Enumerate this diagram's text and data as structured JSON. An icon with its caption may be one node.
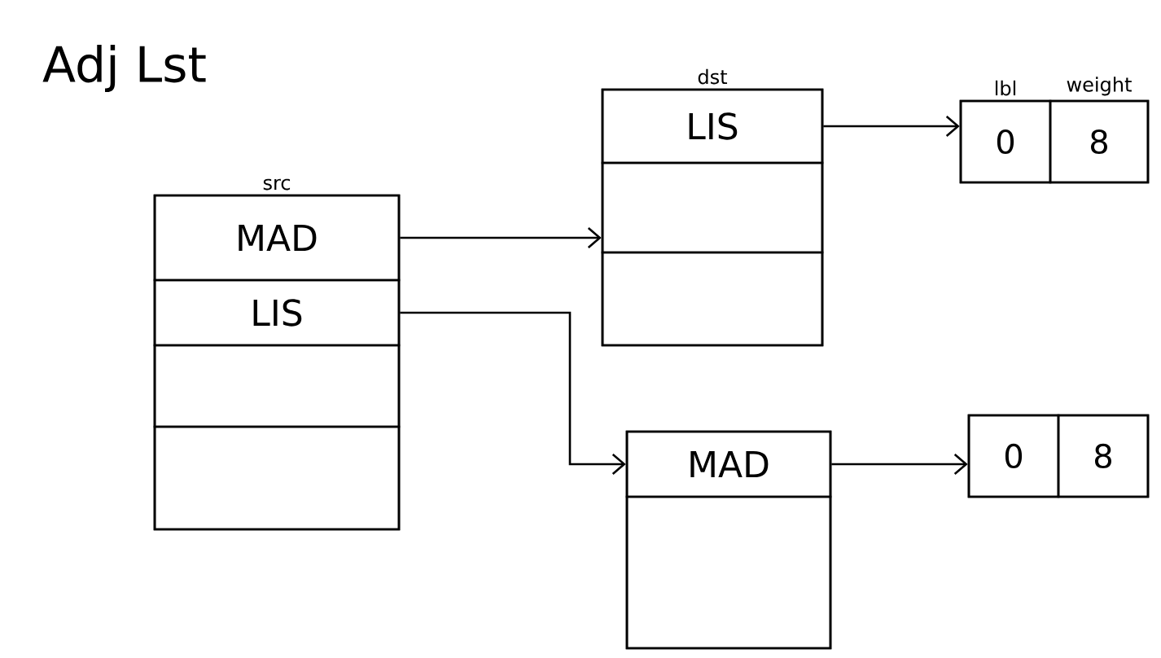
{
  "diagram": {
    "title": "Adj Lst",
    "nodes": [
      {
        "text": [
          "src"
        ]
      },
      {
        "text": [
          "MAD"
        ],
        "in": 0
      },
      {
        "text": [
          "LIS"
        ],
        "in": 0
      },
      {
        "text": [],
        "shape": "box",
        "in": 0
      },
      {
        "text": [],
        "shape": "box",
        "in": 0
      },
      {
        "text": [
          "dst"
        ]
      },
      {
        "text": [
          "LIS"
        ],
        "in": 5
      },
      {
        "text": [],
        "shape": "box",
        "in": 5
      },
      {
        "text": [],
        "shape": "box",
        "in": 5
      },
      {
        "text": [],
        "shape": "box"
      },
      {
        "text": [
          "MAD"
        ],
        "in": 9
      },
      {
        "text": [],
        "shape": "box",
        "in": 9
      },
      {
        "text": [],
        "shape": "box"
      },
      {
        "text": [
          "lbl",
          "0"
        ],
        "in": 12
      },
      {
        "text": [
          "weight",
          "8"
        ],
        "in": 12
      },
      {
        "text": [],
        "shape": "box"
      },
      {
        "text": [
          "0"
        ],
        "in": 15
      },
      {
        "text": [
          "8"
        ],
        "in": 15
      }
    ],
    "edges": [
      {
        "from": 1,
        "to": 5,
        "arrow": "to"
      },
      {
        "from": 2,
        "to": 10,
        "arrow": "to"
      },
      {
        "from": 6,
        "to": 12,
        "arrow": "to"
      },
      {
        "from": 10,
        "to": 15,
        "arrow": "to"
      }
    ]
  }
}
